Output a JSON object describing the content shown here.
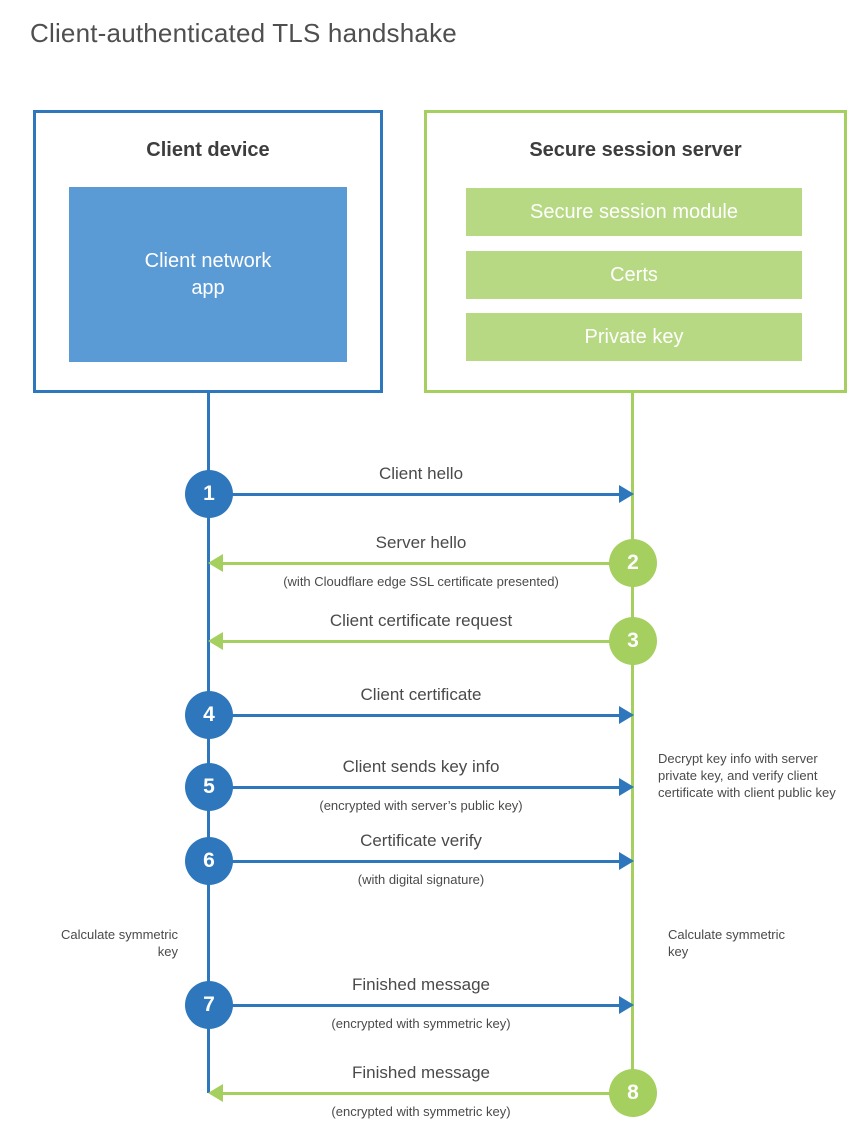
{
  "title": "Client-authenticated TLS handshake",
  "colors": {
    "client_blue": "#2e77bd",
    "client_blue_fill": "#5b9bd5",
    "server_green": "#a5cf5e",
    "server_green_fill": "#b7d983",
    "text_gray": "#4a4a4a"
  },
  "client": {
    "title": "Client device",
    "app_label": "Client network app"
  },
  "server": {
    "title": "Secure session server",
    "modules": [
      "Secure session module",
      "Certs",
      "Private key"
    ]
  },
  "messages": [
    {
      "num": "1",
      "label": "Client hello",
      "sublabel": "",
      "direction": "client-to-server",
      "color": "blue"
    },
    {
      "num": "2",
      "label": "Server hello",
      "sublabel": "(with Cloudflare edge SSL certificate presented)",
      "direction": "server-to-client",
      "color": "green"
    },
    {
      "num": "3",
      "label": "Client certificate request",
      "sublabel": "",
      "direction": "server-to-client",
      "color": "green"
    },
    {
      "num": "4",
      "label": "Client certificate",
      "sublabel": "",
      "direction": "client-to-server",
      "color": "blue"
    },
    {
      "num": "5",
      "label": "Client sends key info",
      "sublabel": "(encrypted with server’s public key)",
      "direction": "client-to-server",
      "color": "blue"
    },
    {
      "num": "6",
      "label": "Certificate verify",
      "sublabel": "(with digital signature)",
      "direction": "client-to-server",
      "color": "blue"
    },
    {
      "num": "7",
      "label": "Finished message",
      "sublabel": "(encrypted with symmetric key)",
      "direction": "client-to-server",
      "color": "blue"
    },
    {
      "num": "8",
      "label": "Finished message",
      "sublabel": "(encrypted with symmetric key)",
      "direction": "server-to-client",
      "color": "green"
    }
  ],
  "notes": {
    "decrypt": "Decrypt key info with server private key, and verify client certificate with client public key",
    "calc_left": "Calculate symmetric key",
    "calc_right": "Calculate symmetric key"
  }
}
